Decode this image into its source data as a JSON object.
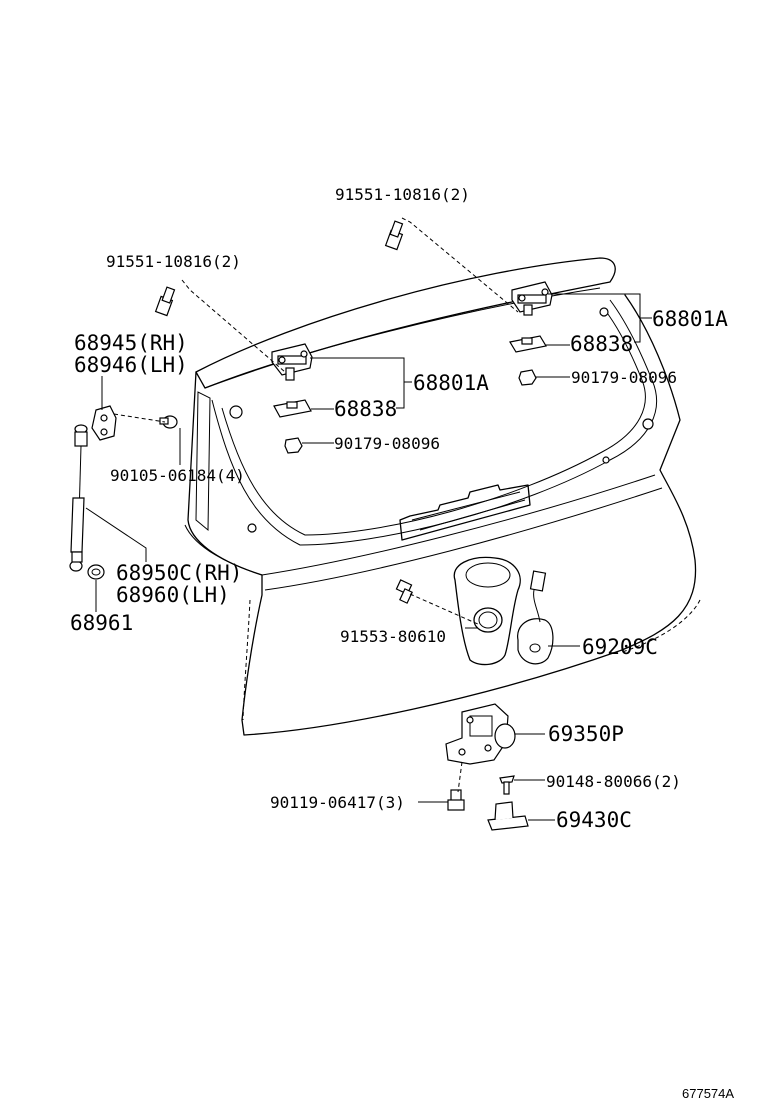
{
  "labels": {
    "bolt_top_right": "91551-10816(2)",
    "bolt_top_left": "91551-10816(2)",
    "hinge_right": "68801A",
    "hinge_left": "68801A",
    "shim_right": "68838",
    "shim_left": "68838",
    "nut_right": "90179-08096",
    "nut_left": "90179-08096",
    "bracket_rh": "68945(RH)",
    "bracket_lh": "68946(LH)",
    "bracket_bolt": "90105-06184(4)",
    "strut_rh": "68950C(RH)",
    "strut_lh": "68960(LH)",
    "strut_cushion": "68961",
    "switch_screw": "91553-80610",
    "opener_switch": "69209C",
    "lock_assy": "69350P",
    "lock_screw": "90148-80066(2)",
    "lock_bolt": "90119-06417(3)",
    "striker": "69430C",
    "diagram_id": "677574A"
  }
}
